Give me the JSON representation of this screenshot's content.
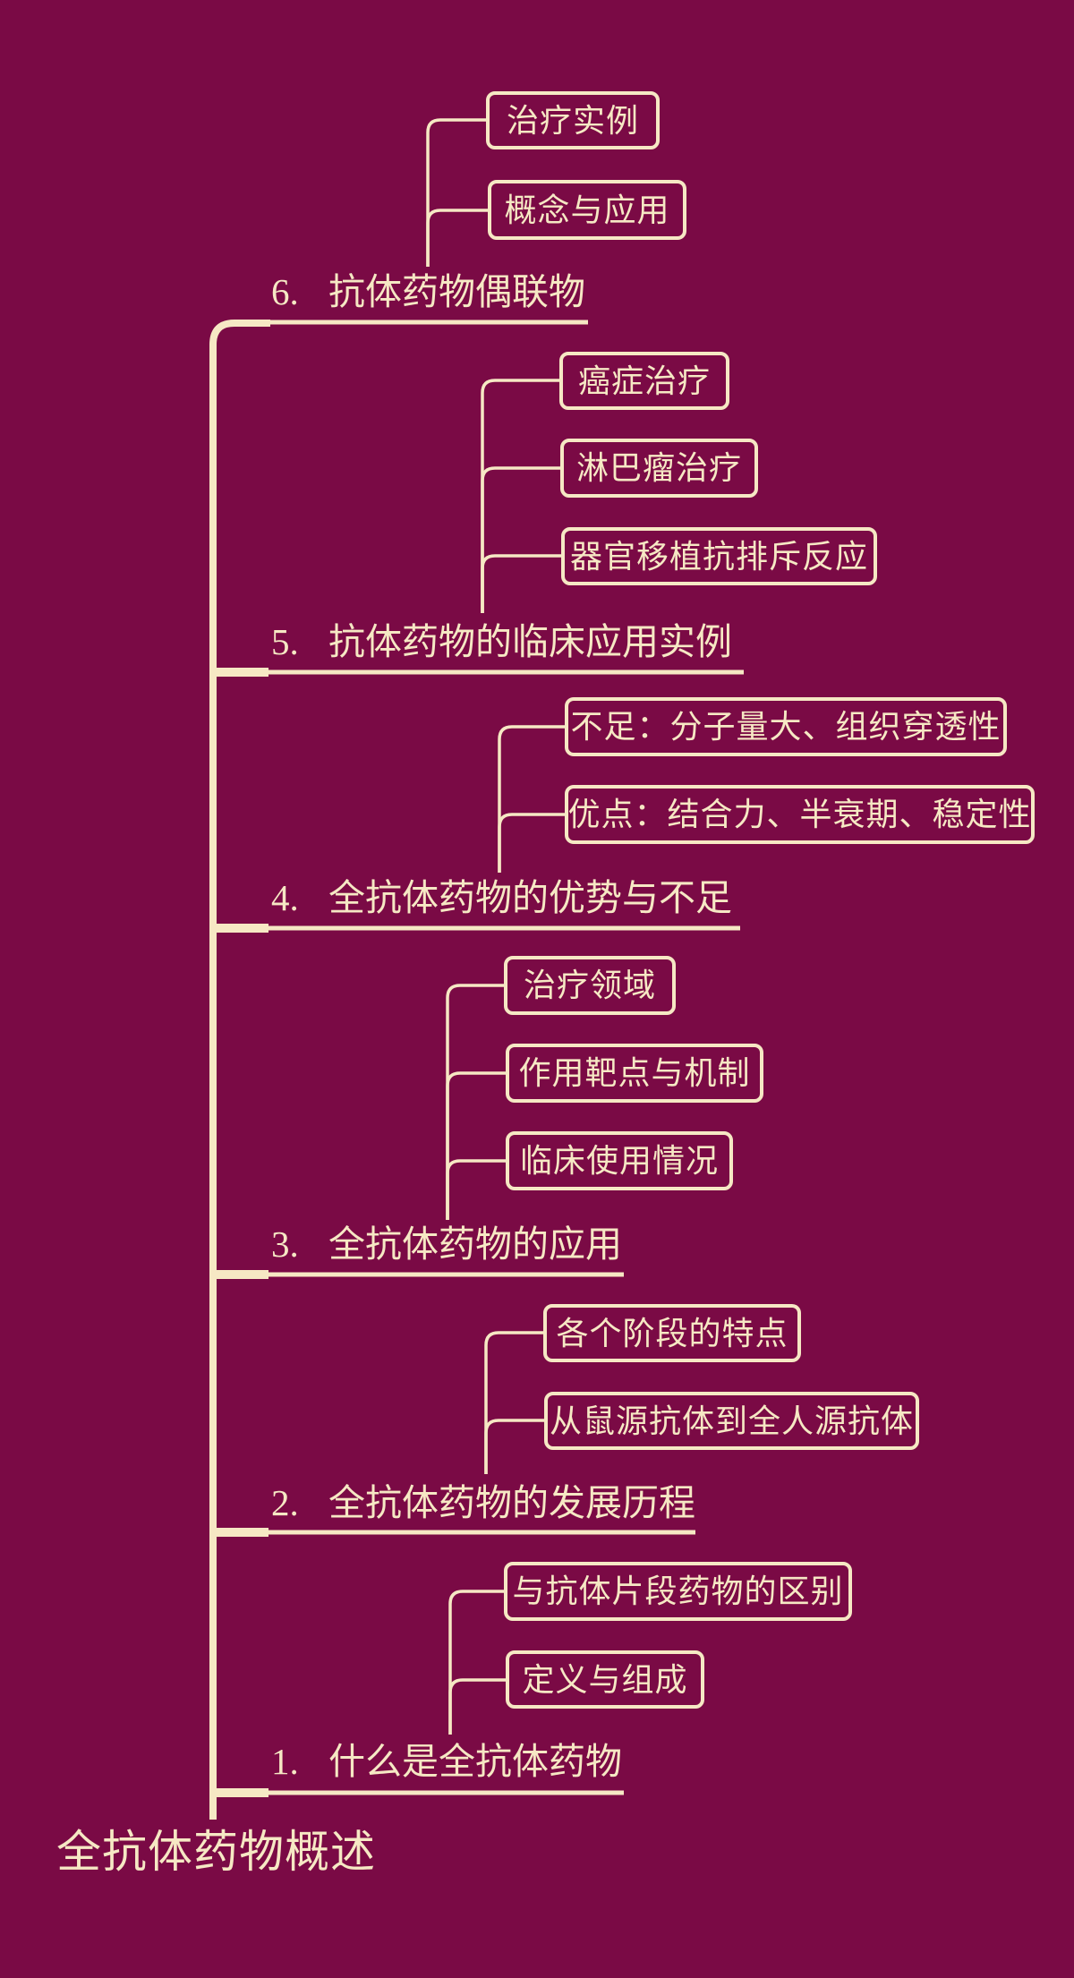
{
  "colors": {
    "background": "#7A0A45",
    "accent": "#F6E8C4"
  },
  "root": {
    "label": "全抗体药物概述"
  },
  "topics": [
    {
      "num": "6.",
      "label": "抗体药物偶联物",
      "children": [
        "治疗实例",
        "概念与应用"
      ]
    },
    {
      "num": "5.",
      "label": "抗体药物的临床应用实例",
      "children": [
        "癌症治疗",
        "淋巴瘤治疗",
        "器官移植抗排斥反应"
      ]
    },
    {
      "num": "4.",
      "label": "全抗体药物的优势与不足",
      "children": [
        "不足：分子量大、组织穿透性",
        "优点：结合力、半衰期、稳定性"
      ]
    },
    {
      "num": "3.",
      "label": "全抗体药物的应用",
      "children": [
        "治疗领域",
        "作用靶点与机制",
        "临床使用情况"
      ]
    },
    {
      "num": "2.",
      "label": "全抗体药物的发展历程",
      "children": [
        "各个阶段的特点",
        "从鼠源抗体到全人源抗体"
      ]
    },
    {
      "num": "1.",
      "label": "什么是全抗体药物",
      "children": [
        "与抗体片段药物的区别",
        "定义与组成"
      ]
    }
  ]
}
